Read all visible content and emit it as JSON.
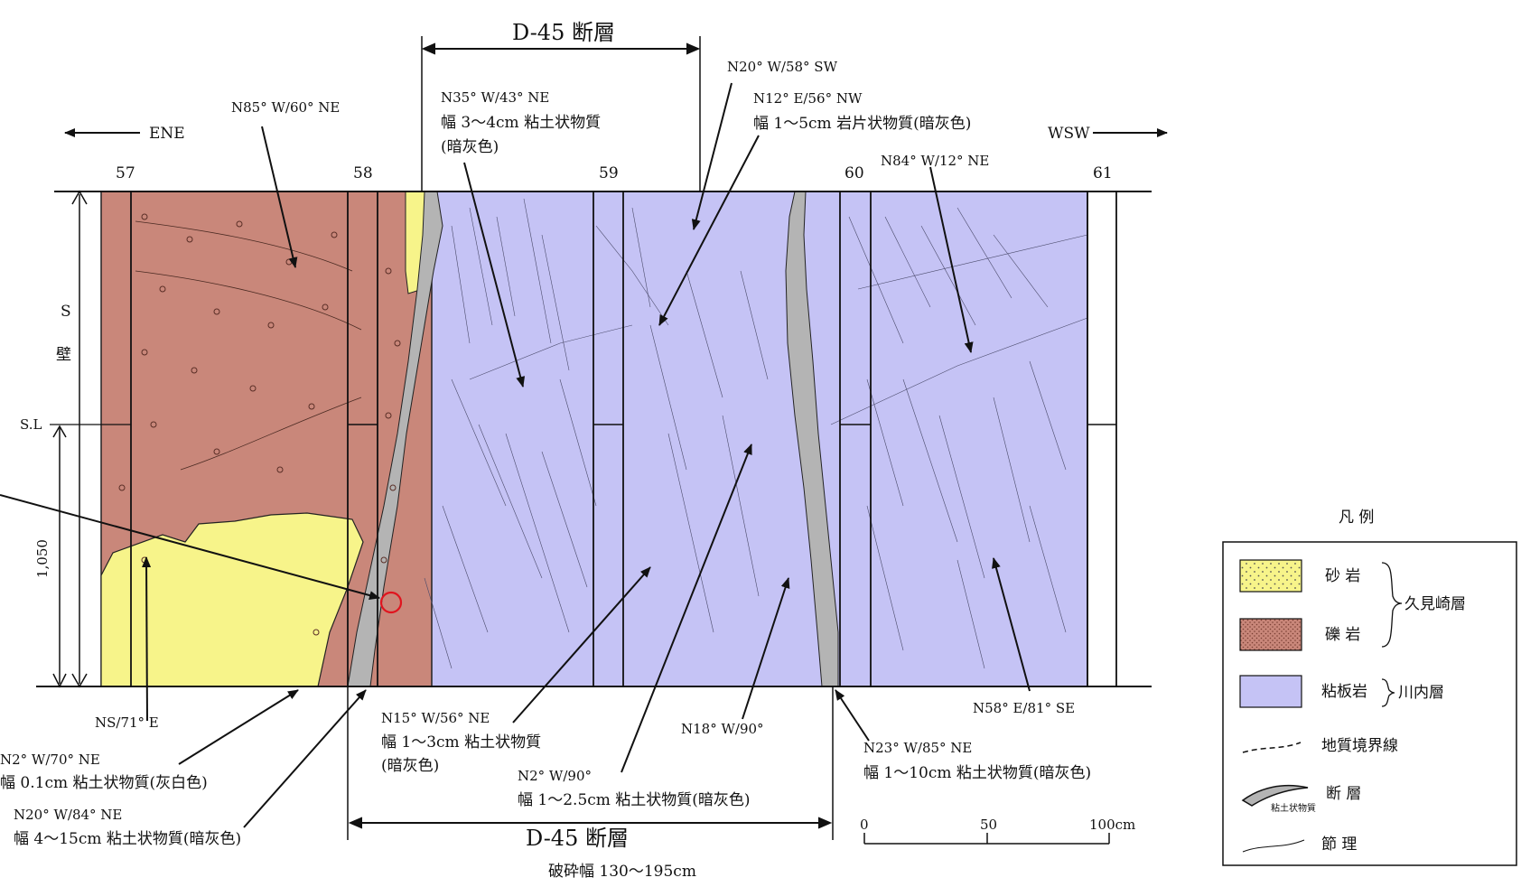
{
  "title_top": "D-45 断層",
  "title_bottom": "D-45 断層",
  "fracture_width": "破砕幅 130～195cm",
  "direction_left": "ENE",
  "direction_right": "WSW",
  "wall_label_1": "S",
  "wall_label_2": "壁",
  "sea_level": "S.L",
  "height_value": "1,050",
  "stations": [
    "57",
    "58",
    "59",
    "60",
    "61"
  ],
  "annotations": {
    "a1": "N85° W/60° NE",
    "a2": "N35° W/43° NE",
    "a2b": "幅 3～4cm 粘土状物質",
    "a2c": "(暗灰色)",
    "a3": "N20° W/58° SW",
    "a4": "N12° E/56° NW",
    "a4b": "幅 1～5cm 岩片状物質(暗灰色)",
    "a5": "N84° W/12° NE",
    "a6": "NS/71° E",
    "a7": "N2° W/70° NE",
    "a7b": "幅 0.1cm 粘土状物質(灰白色)",
    "a8": "N20° W/84° NE",
    "a8b": "幅 4～15cm 粘土状物質(暗灰色)",
    "a9": "N15° W/56° NE",
    "a9b": "幅 1～3cm 粘土状物質",
    "a9c": "(暗灰色)",
    "a10": "N2° W/90°",
    "a10b": "幅 1～2.5cm 粘土状物質(暗灰色)",
    "a11": "N18° W/90°",
    "a12": "N23° W/85° NE",
    "a12b": "幅 1～10cm 粘土状物質(暗灰色)",
    "a13": "N58° E/81° SE"
  },
  "scale": {
    "s0": "0",
    "s50": "50",
    "s100": "100cm"
  },
  "legend": {
    "title": "凡 例",
    "sandstone": "砂 岩",
    "conglomerate": "礫 岩",
    "slate": "粘板岩",
    "group_kumisaki": "久見崎層",
    "group_sendai": "川内層",
    "boundary": "地質境界線",
    "fault": "断 層",
    "fault_clay": "粘土状物質",
    "joint": "節 理"
  },
  "colors": {
    "sandstone": "#f7f48a",
    "conglomerate": "#c9877a",
    "slate": "#c5c3f5",
    "clay": "#b4b4b4",
    "marker": "#e0141e"
  }
}
